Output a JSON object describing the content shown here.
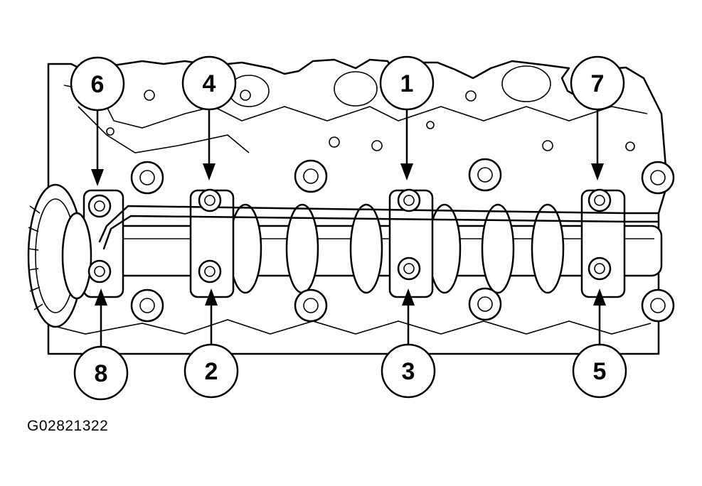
{
  "figure_id": "G02821322",
  "callouts": [
    {
      "number": "6",
      "row": "top"
    },
    {
      "number": "4",
      "row": "top"
    },
    {
      "number": "1",
      "row": "top"
    },
    {
      "number": "7",
      "row": "top"
    },
    {
      "number": "8",
      "row": "bottom"
    },
    {
      "number": "2",
      "row": "bottom"
    },
    {
      "number": "3",
      "row": "bottom"
    },
    {
      "number": "5",
      "row": "bottom"
    }
  ]
}
